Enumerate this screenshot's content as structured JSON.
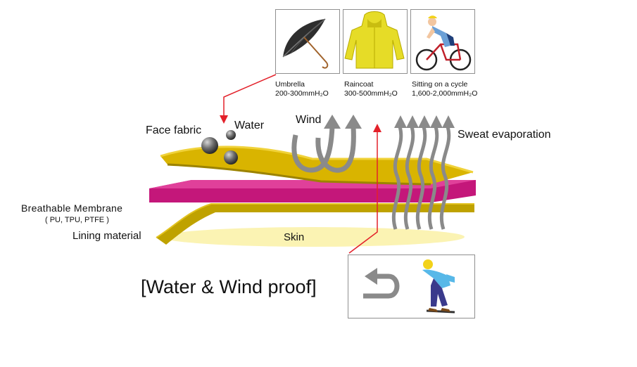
{
  "examples": [
    {
      "name": "Umbrella",
      "rating": "200-300mmH₂O",
      "icon": "umbrella-icon"
    },
    {
      "name": "Raincoat",
      "rating": "300-500mmH₂O",
      "icon": "raincoat-icon"
    },
    {
      "name": "Sitting on a cycle",
      "rating": "1,600-2,000mmH₂O",
      "icon": "cyclist-icon"
    }
  ],
  "labels": {
    "face_fabric": "Face fabric",
    "water": "Water",
    "wind": "Wind",
    "sweat": "Sweat evaporation",
    "membrane": "Breathable Membrane",
    "membrane_types": "( PU, TPU, PTFE )",
    "lining": "Lining material",
    "skin": "Skin"
  },
  "footer": {
    "title": "[Water & Wind proof]",
    "icons": [
      "return-arrow-icon",
      "skier-icon"
    ]
  },
  "colors": {
    "face_fabric": "#d9b400",
    "membrane": "#c4177a",
    "lining": "#bfa200",
    "skin": "#fbf3b3",
    "arrows": "#8a8a8a",
    "pointer": "#e3212a"
  }
}
